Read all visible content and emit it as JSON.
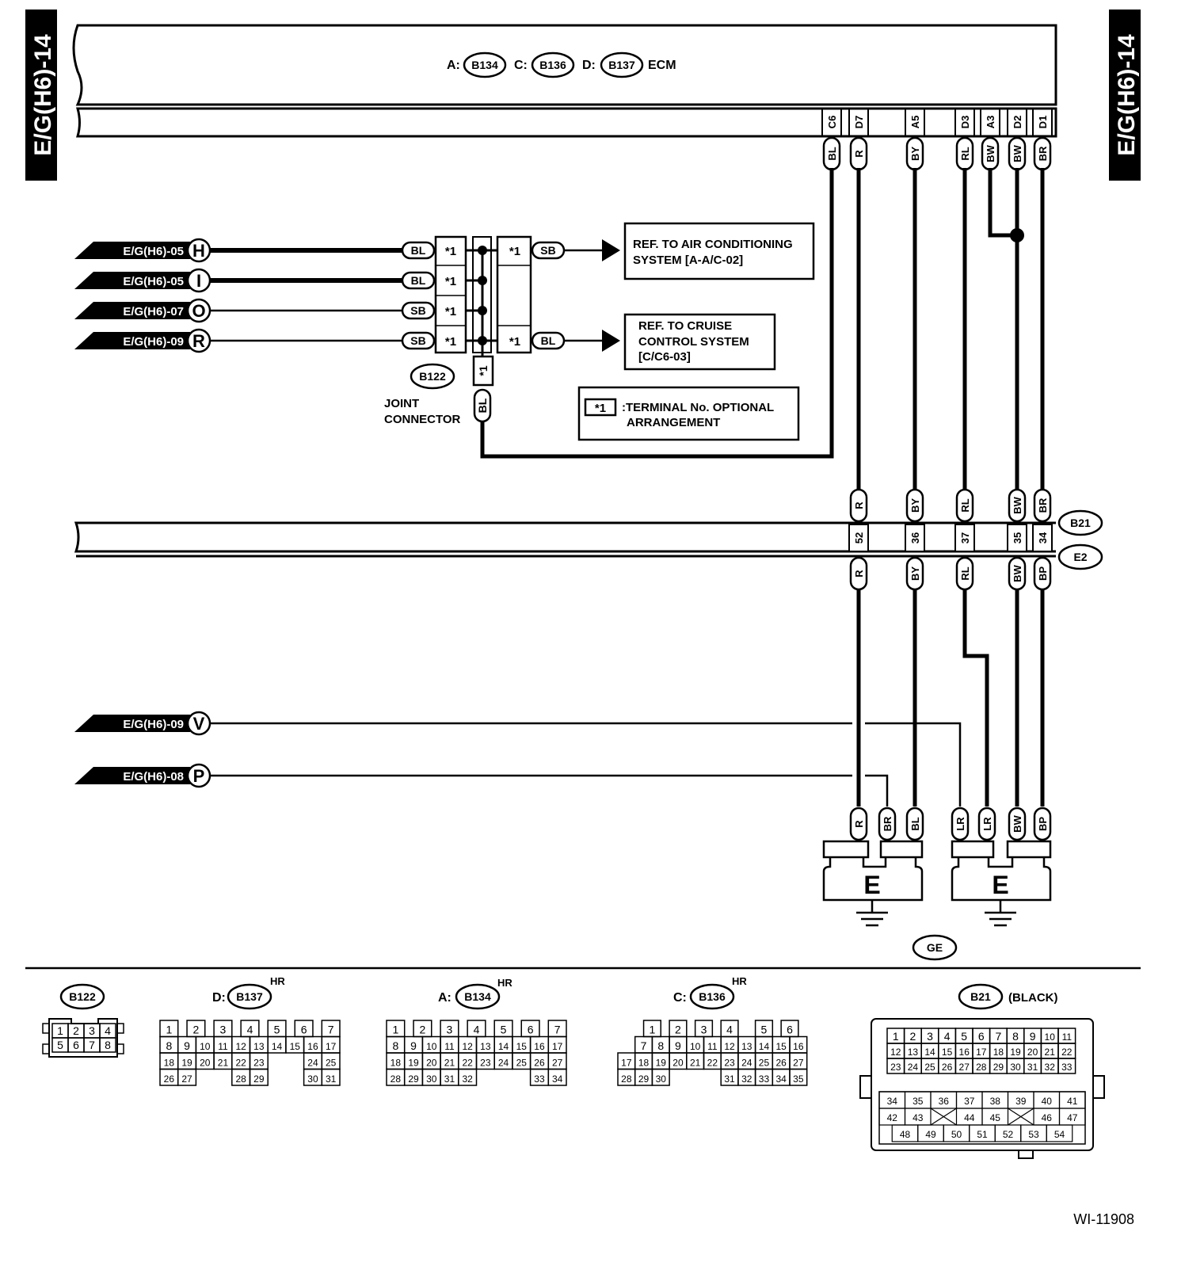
{
  "page_id": "E/G(H6)-14",
  "figure_id": "WI-11908",
  "ecm": {
    "prefix_a": "A:",
    "conn_a": "B134",
    "prefix_c": "C:",
    "conn_c": "B136",
    "prefix_d": "D:",
    "conn_d": "B137",
    "label": "ECM",
    "pins": [
      "C6",
      "D7",
      "A5",
      "D3",
      "A3",
      "D2",
      "D1"
    ],
    "wire_colors": [
      "BL",
      "R",
      "BY",
      "RL",
      "BW",
      "BW",
      "BR"
    ]
  },
  "inputs": [
    {
      "page": "E/G(H6)-05",
      "letter": "H",
      "color": "BL"
    },
    {
      "page": "E/G(H6)-05",
      "letter": "I",
      "color": "BL"
    },
    {
      "page": "E/G(H6)-07",
      "letter": "O",
      "color": "SB"
    },
    {
      "page": "E/G(H6)-09",
      "letter": "R",
      "color": "SB"
    },
    {
      "page": "E/G(H6)-09",
      "letter": "V"
    },
    {
      "page": "E/G(H6)-08",
      "letter": "P"
    }
  ],
  "joint": {
    "id": "B122",
    "label_line1": "JOINT",
    "label_line2": "CONNECTOR",
    "mark": "*1",
    "out_color_top": "SB",
    "out_color_bottom": "BL",
    "out_vertical_color": "BL"
  },
  "refs": {
    "ac_line1": "REF. TO AIR CONDITIONING",
    "ac_line2": "SYSTEM [A-A/C-02]",
    "cruise_line1": "REF. TO CRUISE",
    "cruise_line2": "CONTROL SYSTEM",
    "cruise_line3": "[C/C6-03]"
  },
  "note": {
    "mark": "*1",
    "line1": ":TERMINAL No. OPTIONAL",
    "line2": "ARRANGEMENT"
  },
  "harness": {
    "upper_id": "B21",
    "lower_id": "E2",
    "upper_colors": [
      "R",
      "BY",
      "RL",
      "BW",
      "BR"
    ],
    "pins": [
      "52",
      "36",
      "37",
      "35",
      "34"
    ],
    "lower_colors": [
      "R",
      "BY",
      "RL",
      "BW",
      "BP"
    ]
  },
  "ground": {
    "left_colors": [
      "R",
      "BR",
      "BL"
    ],
    "right_colors": [
      "LR",
      "LR",
      "BW",
      "BP"
    ],
    "letter_left": "E",
    "letter_right": "E",
    "id": "GE"
  },
  "connector_views": {
    "b122": {
      "id": "B122",
      "rows": [
        [
          "1",
          "2",
          "3",
          "4"
        ],
        [
          "5",
          "6",
          "7",
          "8"
        ]
      ]
    },
    "b137": {
      "prefix": "D:",
      "id": "B137",
      "tag": "HR",
      "rows": [
        [
          "1",
          "2",
          "3",
          "4",
          "5",
          "6",
          "7"
        ],
        [
          "8",
          "9",
          "10",
          "11",
          "12",
          "13",
          "14",
          "15",
          "16",
          "17"
        ],
        [
          "18",
          "19",
          "20",
          "21",
          "22",
          "23",
          "24",
          "25"
        ],
        [
          "26",
          "27",
          "28",
          "29",
          "30",
          "31"
        ]
      ]
    },
    "b134": {
      "prefix": "A:",
      "id": "B134",
      "tag": "HR",
      "rows": [
        [
          "1",
          "2",
          "3",
          "4",
          "5",
          "6",
          "7"
        ],
        [
          "8",
          "9",
          "10",
          "11",
          "12",
          "13",
          "14",
          "15",
          "16",
          "17"
        ],
        [
          "18",
          "19",
          "20",
          "21",
          "22",
          "23",
          "24",
          "25",
          "26",
          "27"
        ],
        [
          "28",
          "29",
          "30",
          "31",
          "32",
          "33",
          "34"
        ]
      ]
    },
    "b136": {
      "prefix": "C:",
      "id": "B136",
      "tag": "HR",
      "rows": [
        [
          "1",
          "2",
          "3",
          "4",
          "5",
          "6"
        ],
        [
          "7",
          "8",
          "9",
          "10",
          "11",
          "12",
          "13",
          "14",
          "15",
          "16"
        ],
        [
          "17",
          "18",
          "19",
          "20",
          "21",
          "22",
          "23",
          "24",
          "25",
          "26",
          "27"
        ],
        [
          "28",
          "29",
          "30",
          "31",
          "32",
          "33",
          "34",
          "35"
        ]
      ]
    },
    "b21": {
      "id": "B21",
      "note": "(BLACK)",
      "rows": [
        [
          "1",
          "2",
          "3",
          "4",
          "5",
          "6",
          "7",
          "8",
          "9",
          "10",
          "11"
        ],
        [
          "12",
          "13",
          "14",
          "15",
          "16",
          "17",
          "18",
          "19",
          "20",
          "21",
          "22"
        ],
        [
          "23",
          "24",
          "25",
          "26",
          "27",
          "28",
          "29",
          "30",
          "31",
          "32",
          "33"
        ],
        [
          "34",
          "35",
          "36",
          "37",
          "38",
          "39",
          "40",
          "41"
        ],
        [
          "42",
          "43",
          "44",
          "45",
          "46",
          "47"
        ],
        [
          "48",
          "49",
          "50",
          "51",
          "52",
          "53",
          "54"
        ]
      ]
    }
  }
}
